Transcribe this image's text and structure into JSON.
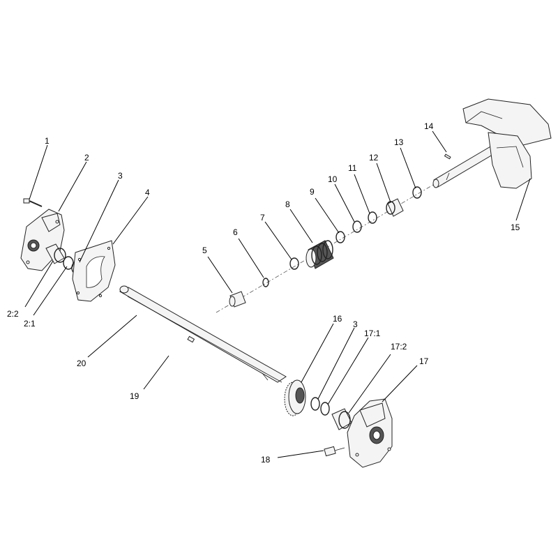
{
  "callouts": {
    "c1": "1",
    "c2": "2",
    "c3a": "3",
    "c4": "4",
    "c5": "5",
    "c6": "6",
    "c7": "7",
    "c8": "8",
    "c9": "9",
    "c10": "10",
    "c11": "11",
    "c12": "12",
    "c13": "13",
    "c14": "14",
    "c15": "15",
    "c16": "16",
    "c3b": "3",
    "c17_1": "17:1",
    "c17_2": "17:2",
    "c17": "17",
    "c18": "18",
    "c19": "19",
    "c20": "20",
    "c2_2": "2:2",
    "c2_1": "2:1"
  }
}
